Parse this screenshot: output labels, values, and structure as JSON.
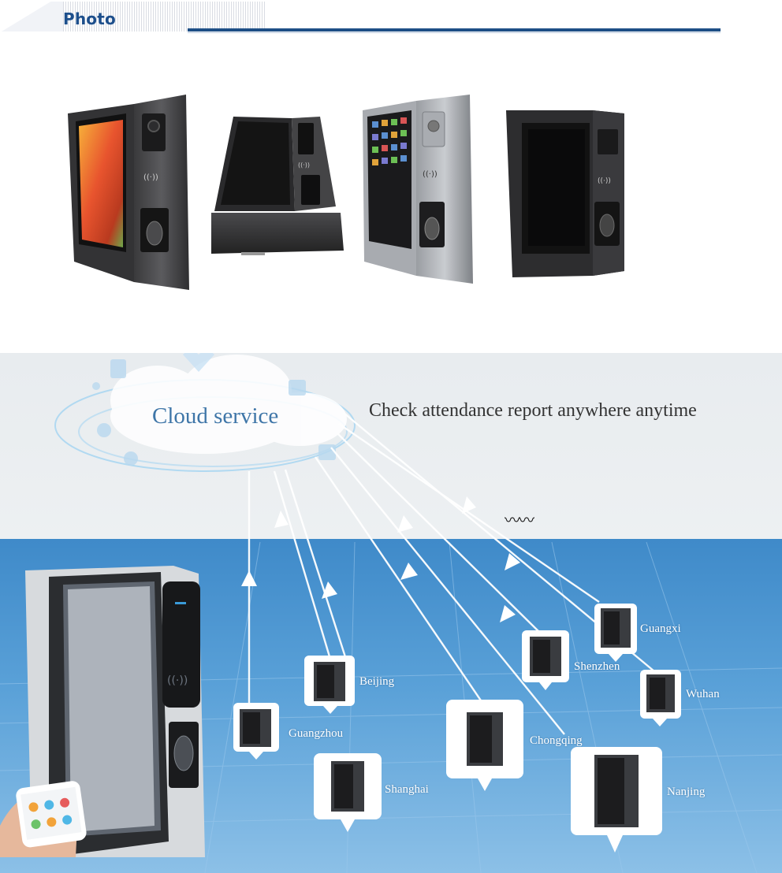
{
  "header": {
    "title": "Photo"
  },
  "banner": {
    "cloud_label": "Cloud service",
    "tagline": "Check attendance report anywhere anytime",
    "cities": [
      "Beijing",
      "Guangzhou",
      "Shanghai",
      "Chongqing",
      "Shenzhen",
      "Guangxi",
      "Wuhan",
      "Nanjing"
    ]
  },
  "colors": {
    "accent": "#1e4f86",
    "title": "#1d4f8c",
    "sky": "#4a92cf"
  },
  "icons": [
    "cloud-icon",
    "wifi-icon",
    "fingerprint-sensor",
    "arrow-up-icon",
    "map-pin-icon",
    "smartphone-icon"
  ]
}
